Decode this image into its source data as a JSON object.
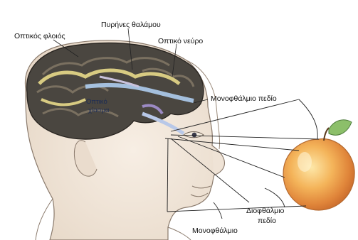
{
  "labels": {
    "optic_radiation": "Οπτικός φλοιός",
    "thalamic_nuclei": "Πυρήνες θαλάμου",
    "optic_nerve": "Οπτικό νεύρο",
    "monocular_field_top": "Μονοφθάλμιο πεδίο",
    "chiasm_line1": "Οπτικό",
    "chiasm_line2": "χίασμα",
    "binocular_field_line1": "Διοφθάλμιο",
    "binocular_field_line2": "πεδίο",
    "monocular_field_bottom": "Μονοφθάλμιο"
  },
  "icons": {
    "brain": "brain-icon",
    "head": "head-profile-icon",
    "apple": "apple-icon"
  }
}
